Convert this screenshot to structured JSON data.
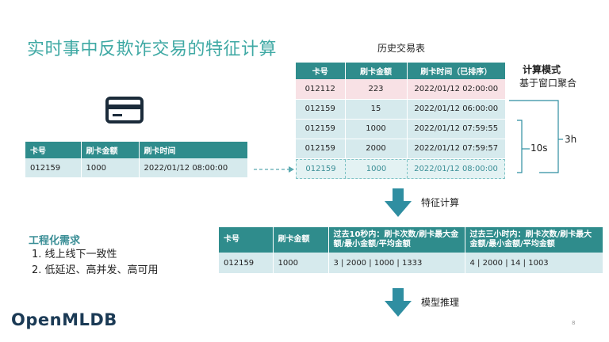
{
  "title": "实时事中反欺诈交易的特征计算",
  "history_caption": "历史交易表",
  "calc_mode": {
    "title": "计算模式",
    "desc": "基于窗口聚合"
  },
  "input_table": {
    "headers": [
      "卡号",
      "刷卡金额",
      "刷卡时间"
    ],
    "row": [
      "012159",
      "1000",
      "2022/01/12 08:00:00"
    ]
  },
  "history_table": {
    "headers": [
      "卡号",
      "刷卡金额",
      "刷卡时间（已排序）"
    ],
    "rows": [
      [
        "012112",
        "223",
        "2022/01/12 02:00:00"
      ],
      [
        "012159",
        "15",
        "2022/01/12 06:00:00"
      ],
      [
        "012159",
        "1000",
        "2022/01/12 07:59:55"
      ],
      [
        "012159",
        "2000",
        "2022/01/12 07:59:57"
      ]
    ],
    "new_row": [
      "012159",
      "1000",
      "2022/01/12 08:00:00"
    ]
  },
  "window_labels": {
    "short": "10s",
    "long": "3h"
  },
  "arrows": {
    "feature": "特征计算",
    "inference": "模型推理"
  },
  "feature_table": {
    "headers": [
      "卡号",
      "刷卡金额",
      "过去10秒内：刷卡次数/刷卡最大金额/最小金额/平均金额",
      "过去三小时内：刷卡次数/刷卡最大金额/最小金额/平均金额"
    ],
    "row": [
      "012159",
      "1000",
      "3 | 2000 | 1000 | 1333",
      "4 | 2000 | 14 | 1003"
    ]
  },
  "engineering": {
    "title": "工程化需求",
    "items": [
      "1.  线上线下一致性",
      "2.  低延迟、高并发、高可用"
    ]
  },
  "logo_text": "OpenMLDB",
  "page_number": "8",
  "colors": {
    "accent": "#3fa9a4",
    "header": "#2f8c8c",
    "row": "#d6eaed",
    "highlight_row": "#f8e1e5",
    "arrow": "#2f8ea1"
  }
}
